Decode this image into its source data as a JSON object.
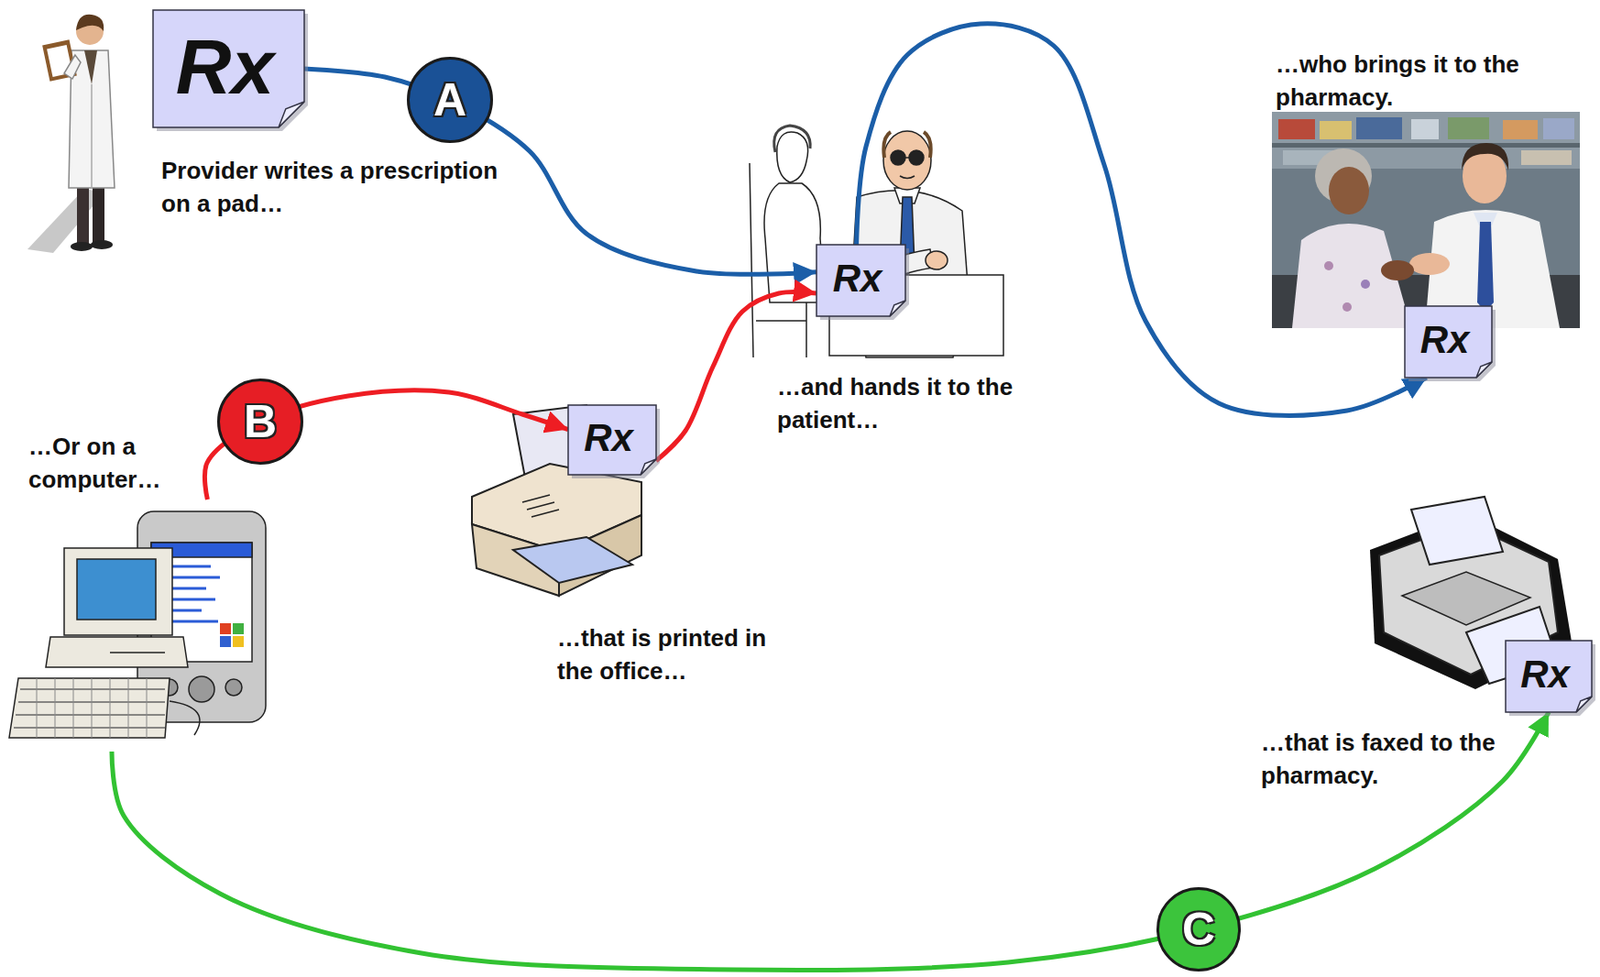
{
  "diagram": {
    "nodes": [
      {
        "text": [
          "Rx"
        ]
      },
      {
        "text": [
          "Rx"
        ]
      },
      {
        "text": [
          "Rx"
        ]
      },
      {
        "text": [
          "…Or on a computer…"
        ]
      },
      {
        "text": [
          "Rx"
        ]
      },
      {
        "text": [
          "Rx"
        ]
      }
    ],
    "edges": [
      {
        "from": 0,
        "to": 1,
        "arrow": "to",
        "label": "A"
      },
      {
        "from": 1,
        "to": 2,
        "arrow": "to"
      },
      {
        "from": 3,
        "to": 4,
        "arrow": "to",
        "label": "B"
      },
      {
        "from": 4,
        "to": 1,
        "arrow": "to"
      },
      {
        "from": 3,
        "to": 5,
        "arrow": "to",
        "label": "C"
      }
    ],
    "labels": [
      "Provider writes a prescription on a pad…",
      "…who brings it to the pharmacy.",
      "…and hands it to the patient…",
      "…that is printed in the office…",
      "…that is faxed to the pharmacy."
    ]
  }
}
